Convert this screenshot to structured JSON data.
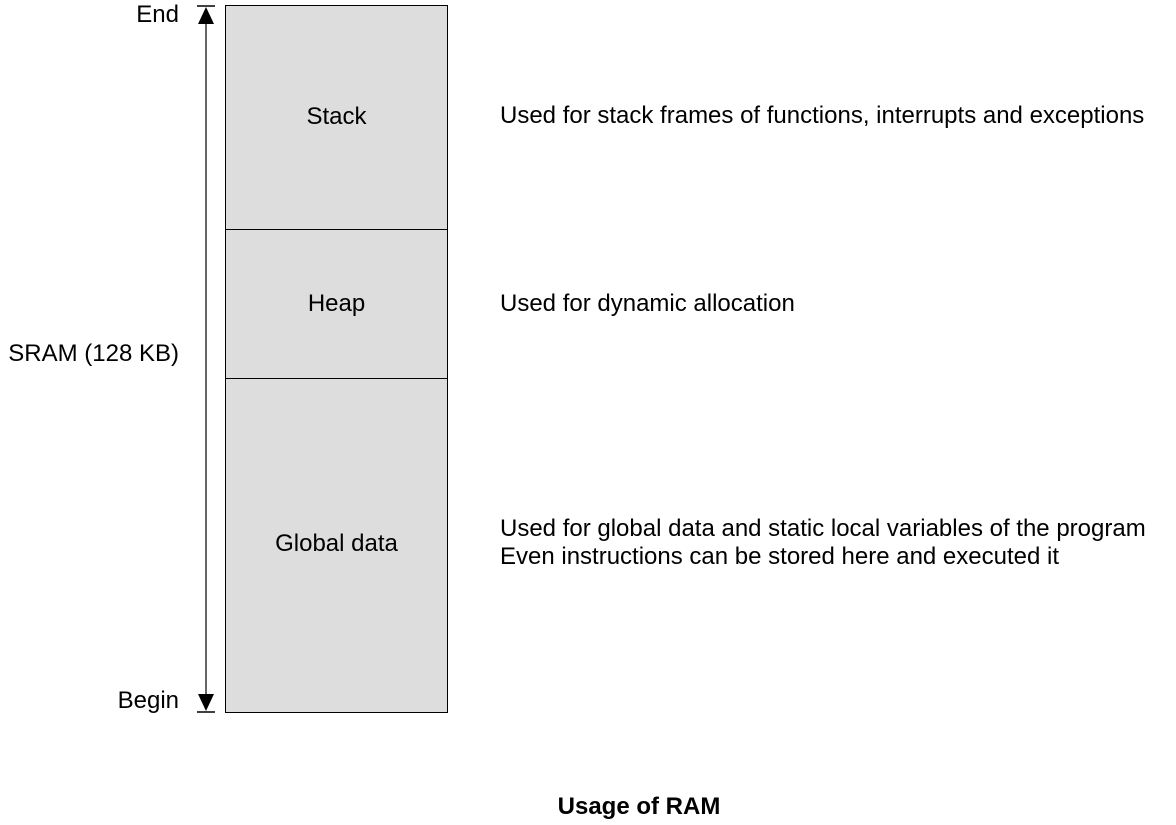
{
  "diagram": {
    "title": "Usage of RAM",
    "memory_label": "SRAM (128 KB)",
    "end_label": "End",
    "begin_label": "Begin",
    "segments": [
      {
        "name": "Stack",
        "description": [
          "Used for stack frames of functions, interrupts and exceptions"
        ]
      },
      {
        "name": "Heap",
        "description": [
          "Used for dynamic allocation"
        ]
      },
      {
        "name": "Global data",
        "description": [
          "Used for global data and static local variables of the program",
          "Even instructions can be stored here and executed it"
        ]
      }
    ],
    "colors": {
      "segment_fill": "#dddddd",
      "line": "#000000",
      "background": "#ffffff"
    }
  }
}
